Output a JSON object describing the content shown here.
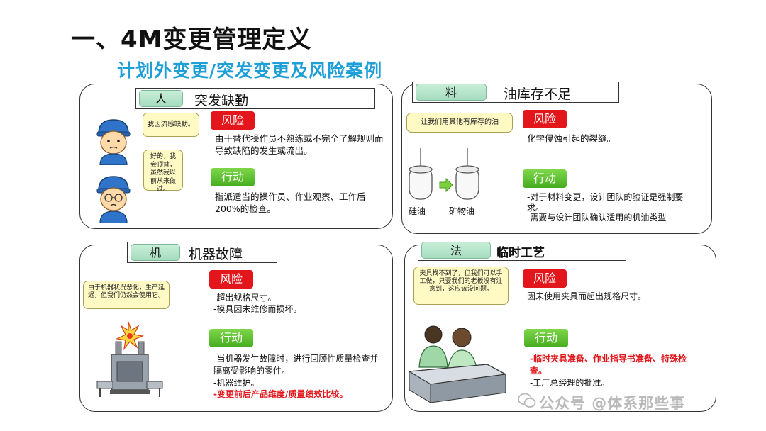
{
  "title": "一、4M变更管理定义",
  "subtitle": "计划外变更/突发变更及风险案例",
  "panels": {
    "man": {
      "tag": "人",
      "header": "突发缺勤",
      "bubble1": "我因流感缺勤。",
      "bubble2": "好的，我会顶替，虽然我以前从来做过。",
      "risk_label": "风险",
      "risk_text": "由于替代操作员不熟练或不完全了解规则而导致缺陷的发生或流出。",
      "action_label": "行动",
      "action_text": "指派适当的操作员、作业观察、工作后200%的检查。"
    },
    "material": {
      "tag": "料",
      "header": "油库存不足",
      "bubble": "让我们用其他有库存的油",
      "label_left": "硅油",
      "label_right": "矿物油",
      "risk_label": "风险",
      "risk_text": "化学侵蚀引起的裂缝。",
      "action_label": "行动",
      "action_lines": [
        "-对于材料变更，设计团队的验证是强制要求。",
        "-需要与设计团队确认适用的机油类型"
      ]
    },
    "machine": {
      "tag": "机",
      "header": "机器故障",
      "bubble": "由于机器状况恶化，生产延迟，但我们仍然会使用它。",
      "risk_label": "风险",
      "risk_lines": [
        "-超出规格尺寸。",
        "-模具因未维修而损坏。"
      ],
      "action_label": "行动",
      "action_lines": [
        "-当机器发生故障时，进行回顾性质量检查并隔离受影响的零件。",
        "-机器维护。"
      ],
      "action_highlight": "-变更前后产品维度/质量绩效比较。"
    },
    "method": {
      "tag": "法",
      "header": "临时工艺",
      "bubble": "夹具找不到了，但我们可以手工做，只要我们的老板没有注意到，这应该没问题。",
      "risk_label": "风险",
      "risk_text": "因未使用夹具而超出规格尺寸。",
      "action_label": "行动",
      "action_highlight": "-临时夹具准备、作业指导书准备、特殊检查。",
      "action_line": "-工厂总经理的批准。"
    }
  },
  "watermark": "公众号 @体系那些事",
  "colors": {
    "risk": "#e3161b",
    "action": "#45ad1f",
    "tag": "#a6dcbe",
    "subtitle": "#1f9fd8",
    "bubble": "#fff9c4"
  },
  "icons": [
    "worker-icon",
    "worker-glasses-icon",
    "oil-bottle-icon",
    "arrow-right-icon",
    "broken-machine-icon",
    "workers-table-icon",
    "wechat-icon"
  ]
}
